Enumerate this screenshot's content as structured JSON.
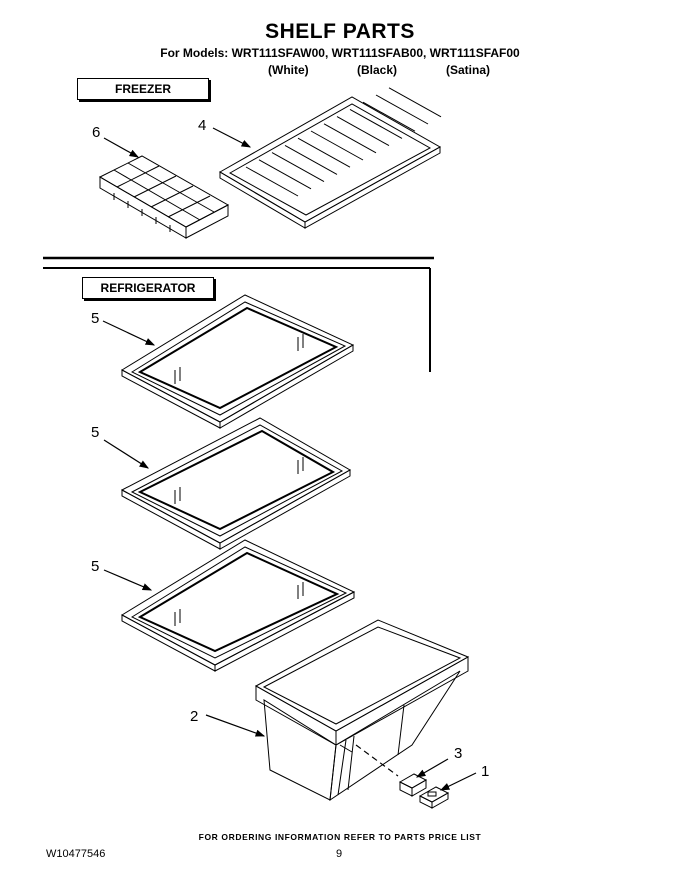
{
  "header": {
    "title": "SHELF PARTS",
    "models": "For Models: WRT111SFAW00, WRT111SFAB00, WRT111SFAF00",
    "variants": [
      "(White)",
      "(Black)",
      "(Satina)"
    ]
  },
  "sections": {
    "freezer": "FREEZER",
    "refrigerator": "REFRIGERATOR"
  },
  "callouts": {
    "ice_tray": "6",
    "freezer_shelf": "4",
    "glass_shelf_1": "5",
    "glass_shelf_2": "5",
    "glass_shelf_3": "5",
    "crisper_drawer": "2",
    "drawer_stop": "3",
    "drawer_slide": "1"
  },
  "footer": {
    "note": "FOR ORDERING INFORMATION REFER TO PARTS PRICE LIST",
    "doc_number": "W10477546",
    "page": "9"
  }
}
